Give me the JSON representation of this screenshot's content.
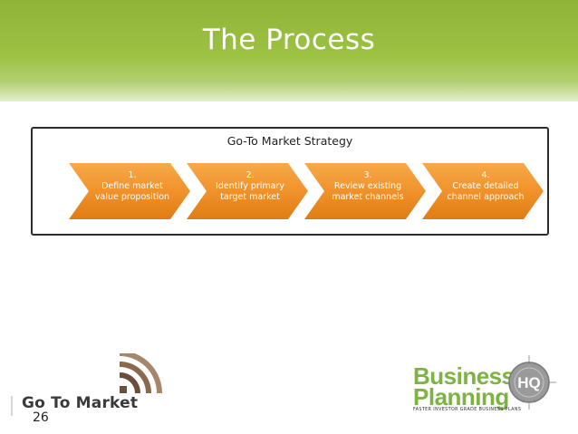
{
  "slide": {
    "title": "The Process",
    "page_number": "26"
  },
  "diagram": {
    "title": "Go-To Market Strategy",
    "steps": [
      {
        "number": "1.",
        "line1": "Define market",
        "line2": "value proposition"
      },
      {
        "number": "2.",
        "line1": "Identify primary",
        "line2": "target market"
      },
      {
        "number": "3.",
        "line1": "Review existing",
        "line2": "market channels"
      },
      {
        "number": "4.",
        "line1": "Create detailed",
        "line2": "channel approach"
      }
    ]
  },
  "branding": {
    "left_logo_text": "Go To Market",
    "right_logo_line1": "Business",
    "right_logo_line2": "Planning",
    "right_logo_badge": "HQ",
    "right_logo_tagline": "FASTER INVESTOR GRADE BUSINESS PLANS"
  },
  "colors": {
    "header_green": "#9cc143",
    "chevron_orange": "#f0922b",
    "logo_brown": "#6b4f3a",
    "logo_green": "#7cb342"
  }
}
